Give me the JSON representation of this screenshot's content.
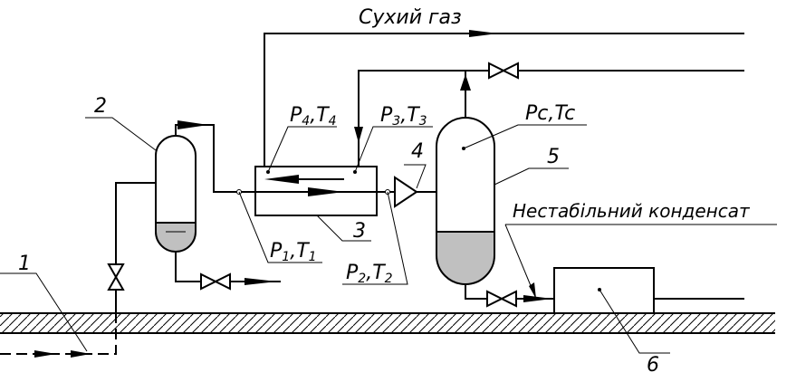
{
  "labels": {
    "dry_gas": "Сухий газ",
    "unstable_condensate": "Нестабільний конденсат",
    "p1": "P",
    "t1": "T",
    "s1": "1",
    "p2": "P",
    "t2": "T",
    "s2": "2",
    "p3": "P",
    "t3": "T",
    "s3": "3",
    "p4": "P",
    "t4": "T",
    "s4": "4",
    "pc_tc": "Pc,Tc"
  },
  "numbers": {
    "n1": "1",
    "n2": "2",
    "n3": "3",
    "n4": "4",
    "n5": "5",
    "n6": "6"
  },
  "colors": {
    "line": "#000000",
    "liquid": "#c0c0c0",
    "hatch": "#000000"
  }
}
